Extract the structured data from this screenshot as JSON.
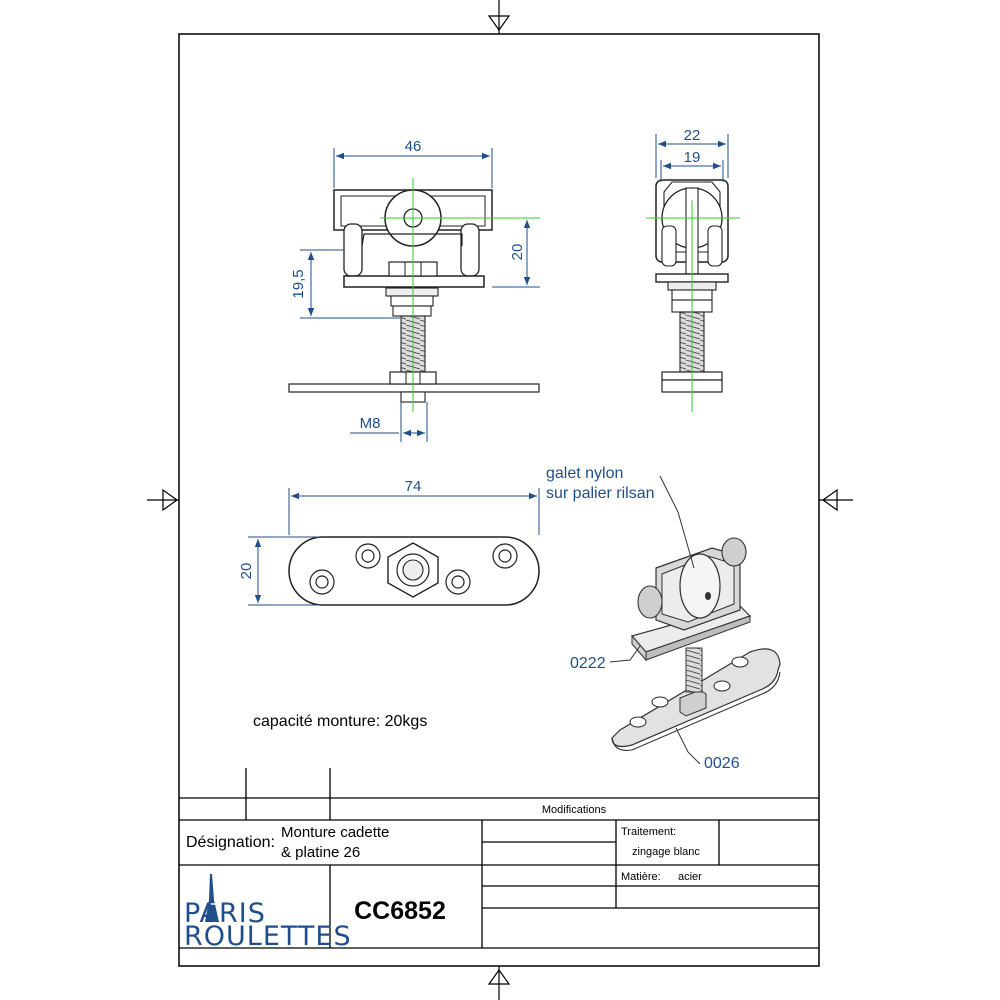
{
  "dimensions": {
    "front_width": "46",
    "front_height": "20",
    "front_stem": "19,5",
    "thread": "M8",
    "side_outer": "22",
    "side_inner": "19",
    "plate_length": "74",
    "plate_height": "20"
  },
  "callouts": {
    "roller_line1": "galet nylon",
    "roller_line2": "sur palier rilsan",
    "part_a": "0222",
    "part_b": "0026"
  },
  "capacity": "capacité monture: 20kgs",
  "title_block": {
    "modifications": "Modifications",
    "designation_label": "Désignation:",
    "designation_line1": "Monture cadette",
    "designation_line2": "& platine 26",
    "reference": "CC6852",
    "treatment_label": "Traitement:",
    "treatment_value": "zingage blanc",
    "material_label": "Matière:",
    "material_value": "acier",
    "logo_line1": "PARIS",
    "logo_line2": "ROULETTES"
  },
  "colors": {
    "dimension": "#1f4e8c",
    "centerline": "#33cc33",
    "frame": "#000000"
  }
}
